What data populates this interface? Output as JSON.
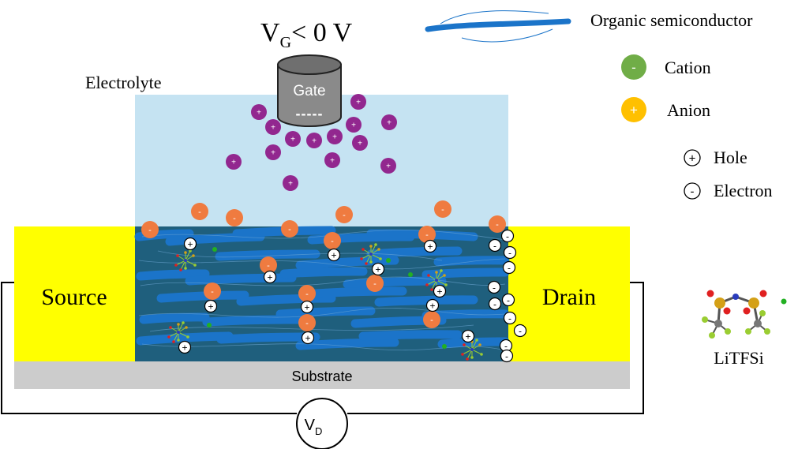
{
  "title": {
    "v": "V",
    "sub": "G",
    "rest": "< 0 V"
  },
  "labels": {
    "electrolyte": "Electrolyte",
    "gate": "Gate",
    "gate_charge": "-----",
    "source": "Source",
    "drain": "Drain",
    "substrate": "Substrate",
    "vd_main": "V",
    "vd_sub": "D",
    "litfsi": "LiTFSi"
  },
  "legend": {
    "organic": "Organic semiconductor",
    "cation": {
      "label": "Cation",
      "symbol": "-"
    },
    "anion": {
      "label": "Anion",
      "symbol": "+"
    },
    "hole": {
      "label": "Hole",
      "symbol": "+"
    },
    "electron": {
      "label": "Electron",
      "symbol": "-"
    }
  },
  "particle_symbols": {
    "cation": "+",
    "anion": "-",
    "hole": "+",
    "electron": "-"
  },
  "colors": {
    "electrolyte": "#c5e3f2",
    "channel": "#1f5f7d",
    "fiber": "#1b74c9",
    "electrode": "#ffff00",
    "substrate": "#cccccc",
    "cation": "#92278f",
    "anion": "#ef7b40",
    "legend_cation": "#70ad47",
    "legend_anion": "#ffc000",
    "gate": "#8a8a8a",
    "li_ion": "#22b022"
  }
}
